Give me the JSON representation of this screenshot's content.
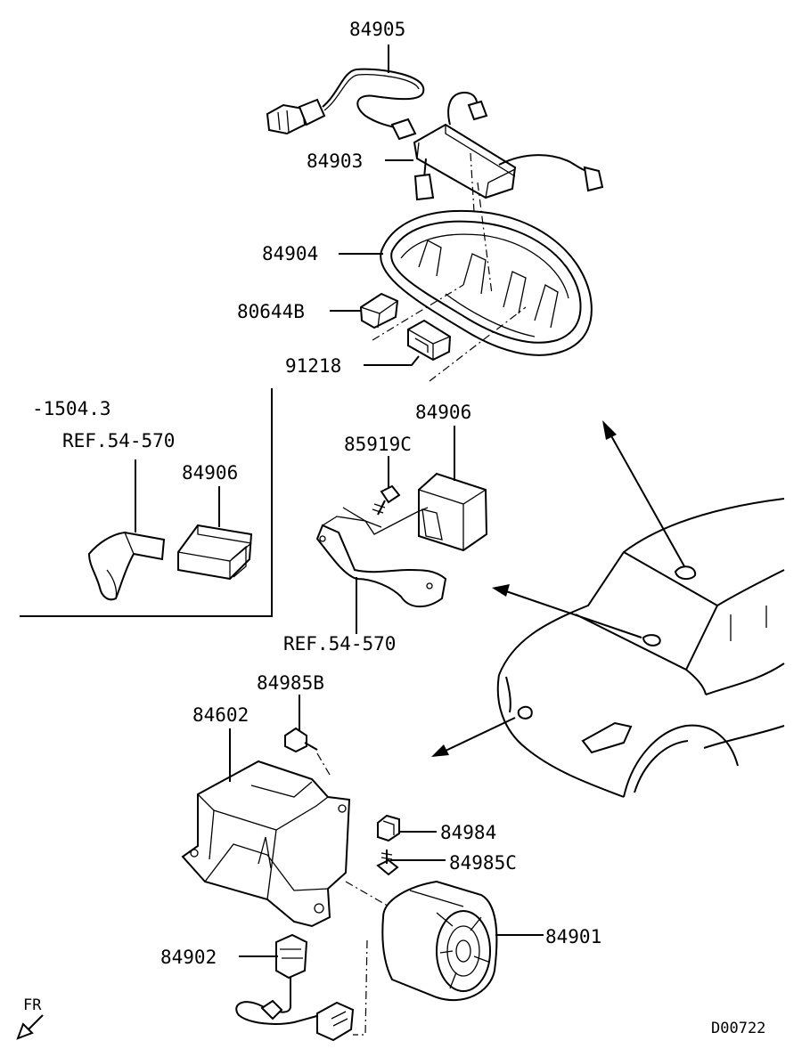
{
  "diagram": {
    "labels": {
      "p84905": "84905",
      "p84903": "84903",
      "p84904": "84904",
      "p80644B": "80644B",
      "p91218": "91218",
      "range": "-1504.3",
      "ref_inset": "REF.54-570",
      "p84906_inset": "84906",
      "p84906": "84906",
      "p85919C": "85919C",
      "ref_bracket": "REF.54-570",
      "p84985B": "84985B",
      "p84602": "84602",
      "p84984": "84984",
      "p84985C": "84985C",
      "p84901": "84901",
      "p84902": "84902",
      "fr": "FR",
      "code": "D00722"
    }
  }
}
